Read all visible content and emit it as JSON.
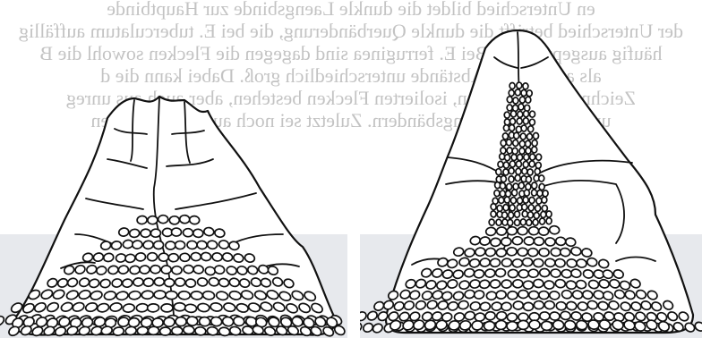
{
  "bleed_through": {
    "lines": [
      "en Unterschied bildet die dunkle Laengsbinde zur Hauptbinde",
      "der Unterschied betrifft die dunkle Querbänderung, die bei E. tuberculatum auffällig",
      "häufig ausgeprägt ist. Bei E. ferruginea sind dagegen die Flecken sowohl die B",
      "als auch deren Abstände unterschiedlich groß. Dabei kann die d",
      "Zeichnung aus kleinen, isolierten Flecken bestehen, aber auch aus unreg",
      "unterbrochenen Längsbändern. Zuletzt sei noch auf die bei beiden"
    ]
  },
  "figures": [
    {
      "id": "left",
      "description_visible": false
    },
    {
      "id": "right",
      "description_visible": false
    }
  ],
  "colors": {
    "paper": "#ffffff",
    "ink": "#111111",
    "bleed_text": "#7c7c7c",
    "scan_band": "#e7e9ed"
  }
}
